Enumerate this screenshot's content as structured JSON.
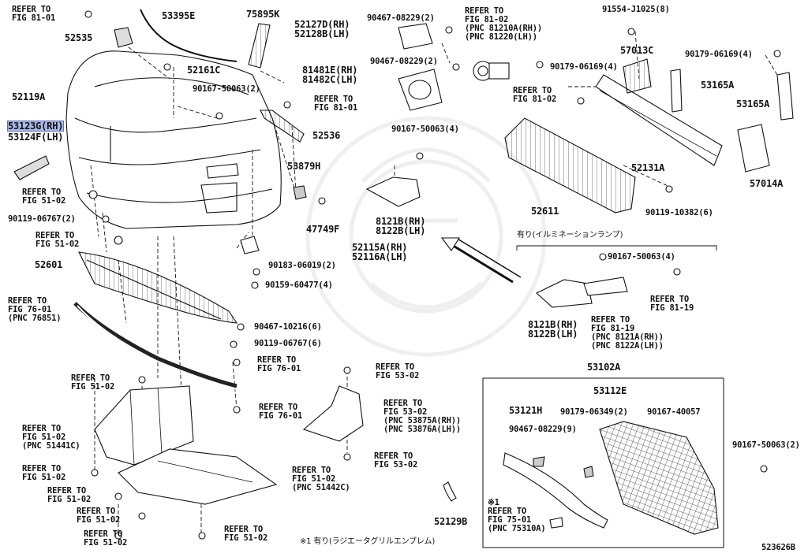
{
  "diagram": {
    "figure_number": "523626B",
    "labels": [
      "REFER TO\nFIG 81-01",
      "52535",
      "53395E",
      "52161C",
      "75895K",
      "52127D(RH)\n52128B(LH)",
      "90467-08229(2)",
      "REFER TO\nFIG 81-02\n(PNC 81210A(RH))\n(PNC 81220(LH))",
      "91554-J1025(8)",
      "57013C",
      "90179-06169(4)",
      "53165A",
      "53165A",
      "57014A",
      "52131A",
      "52611",
      "90119-10382(6)",
      "81481E(RH)\n81482C(LH)",
      "90467-08229(2)",
      "90179-06169(4)",
      "REFER TO\nFIG 81-02",
      "52119A",
      "90167-50063(2)",
      "REFER TO\nFIG 81-01",
      "53123G(RH)",
      "53124F(LH)",
      "52536",
      "90167-50063(4)",
      "8121B(RH)\n8122B(LH)",
      "53879H",
      "47749F",
      "REFER TO\nFIG 51-02",
      "90119-06767(2)",
      "REFER TO\nFIG 51-02",
      "52601",
      "52115A(RH)\n52116A(LH)",
      "90183-06019(2)",
      "90159-60477(4)",
      "REFER TO\nFIG 76-01\n(PNC 76851)",
      "90467-10216(6)",
      "90119-06767(6)",
      "REFER TO\nFIG 76-01",
      "REFER TO\nFIG 51-02",
      "REFER TO\nFIG 76-01",
      "REFER TO\nFIG 53-02",
      "REFER TO\nFIG 53-02\n(PNC 53875A(RH))\n(PNC 53876A(LH))",
      "REFER TO\nFIG 51-02\n(PNC 51441C)",
      "REFER TO\nFIG 53-02",
      "REFER TO\nFIG 51-02",
      "REFER TO\nFIG 51-02",
      "REFER TO\nFIG 51-02\n(PNC 51442C)",
      "REFER TO\nFIG 51-02",
      "REFER TO\nFIG 51-02",
      "REFER TO\nFIG 51-02",
      "有り(イルミネーションランプ)",
      "90167-50063(4)",
      "REFER TO\nFIG 81-19",
      "8121B(RH)\n8122B(LH)",
      "REFER TO\nFIG 81-19\n(PNC 8121A(RH))\n(PNC 8122A(LH))",
      "53102A",
      "53112E",
      "53121H",
      "90179-06349(2)",
      "90167-40057",
      "90467-08229(9)",
      "90167-50063(2)",
      "※1\nREFER TO\nFIG 75-01\n(PNC 75310A)",
      "52129B",
      "※1 有り(ラジエータグリルエンブレム)"
    ]
  }
}
